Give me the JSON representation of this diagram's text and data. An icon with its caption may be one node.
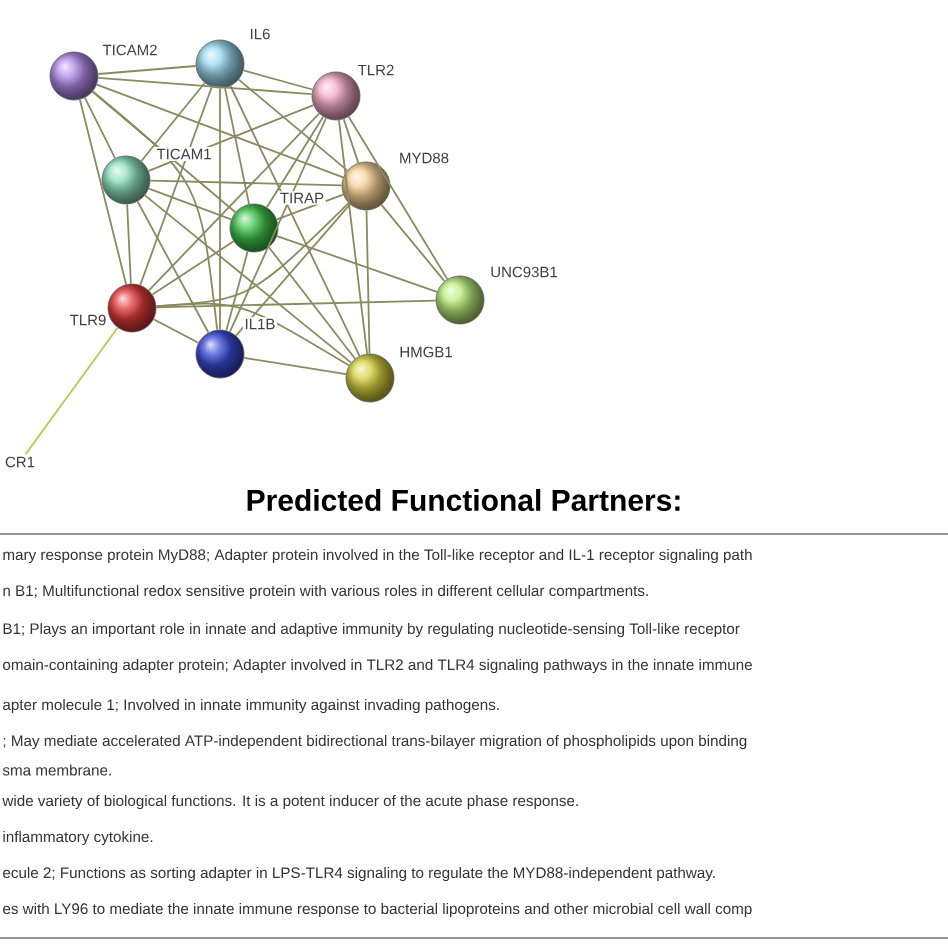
{
  "diagram": {
    "title": "Predicted Functional Partners:",
    "nodes": [
      {
        "text": [
          "TICAM2"
        ]
      },
      {
        "text": [
          "IL6"
        ]
      },
      {
        "text": [
          "TLR2"
        ]
      },
      {
        "text": [
          "TICAM1"
        ]
      },
      {
        "text": [
          "MYD88"
        ]
      },
      {
        "text": [
          "TIRAP"
        ]
      },
      {
        "text": [
          "UNC93B1"
        ]
      },
      {
        "text": [
          "TLR9"
        ]
      },
      {
        "text": [
          "IL1B"
        ]
      },
      {
        "text": [
          "HMGB1"
        ]
      },
      {
        "text": [
          "CR1"
        ]
      }
    ],
    "edges": [
      {
        "from": 0,
        "to": 1,
        "arrow": "none"
      },
      {
        "from": 0,
        "to": 2,
        "arrow": "none"
      },
      {
        "from": 0,
        "to": 3,
        "arrow": "none"
      },
      {
        "from": 0,
        "to": 4,
        "arrow": "none"
      },
      {
        "from": 0,
        "to": 5,
        "arrow": "none"
      },
      {
        "from": 0,
        "to": 7,
        "arrow": "none"
      },
      {
        "from": 0,
        "to": 8,
        "arrow": "none"
      },
      {
        "from": 1,
        "to": 2,
        "arrow": "none"
      },
      {
        "from": 1,
        "to": 3,
        "arrow": "none"
      },
      {
        "from": 1,
        "to": 4,
        "arrow": "none"
      },
      {
        "from": 1,
        "to": 5,
        "arrow": "none"
      },
      {
        "from": 1,
        "to": 7,
        "arrow": "none"
      },
      {
        "from": 1,
        "to": 8,
        "arrow": "none"
      },
      {
        "from": 1,
        "to": 9,
        "arrow": "none"
      },
      {
        "from": 2,
        "to": 3,
        "arrow": "none"
      },
      {
        "from": 2,
        "to": 4,
        "arrow": "none"
      },
      {
        "from": 2,
        "to": 5,
        "arrow": "none"
      },
      {
        "from": 2,
        "to": 6,
        "arrow": "none"
      },
      {
        "from": 2,
        "to": 7,
        "arrow": "none"
      },
      {
        "from": 2,
        "to": 8,
        "arrow": "none"
      },
      {
        "from": 2,
        "to": 9,
        "arrow": "none"
      },
      {
        "from": 3,
        "to": 4,
        "arrow": "none"
      },
      {
        "from": 3,
        "to": 5,
        "arrow": "none"
      },
      {
        "from": 3,
        "to": 7,
        "arrow": "none"
      },
      {
        "from": 3,
        "to": 8,
        "arrow": "none"
      },
      {
        "from": 3,
        "to": 9,
        "arrow": "none"
      },
      {
        "from": 4,
        "to": 5,
        "arrow": "none"
      },
      {
        "from": 4,
        "to": 6,
        "arrow": "none"
      },
      {
        "from": 4,
        "to": 7,
        "arrow": "none"
      },
      {
        "from": 4,
        "to": 8,
        "arrow": "none"
      },
      {
        "from": 4,
        "to": 9,
        "arrow": "none"
      },
      {
        "from": 5,
        "to": 6,
        "arrow": "none"
      },
      {
        "from": 5,
        "to": 7,
        "arrow": "none"
      },
      {
        "from": 5,
        "to": 8,
        "arrow": "none"
      },
      {
        "from": 5,
        "to": 9,
        "arrow": "none"
      },
      {
        "from": 7,
        "to": 6,
        "arrow": "none"
      },
      {
        "from": 7,
        "to": 8,
        "arrow": "none"
      },
      {
        "from": 7,
        "to": 9,
        "arrow": "none"
      },
      {
        "from": 7,
        "to": 10,
        "arrow": "none",
        "color": "#b8c84a"
      },
      {
        "from": 8,
        "to": 9,
        "arrow": "none"
      }
    ],
    "labels": [
      "mary response protein MyD88; Adapter protein involved in the Toll-like receptor and IL-1 receptor signaling path",
      "n B1; Multifunctional redox sensitive protein with various roles in different cellular compartments.",
      "B1; Plays an important role in innate and adaptive immunity by regulating nucleotide-sensing Toll-like receptor",
      "omain-containing adapter protein; Adapter involved in TLR2 and TLR4 signaling pathways in the innate immune",
      "apter molecule 1; Involved in innate immunity against invading pathogens.",
      "; May mediate accelerated ATP-independent bidirectional trans-bilayer migration of phospholipids upon binding",
      "sma membrane.",
      "wide variety of biological functions. It is a potent inducer of the acute phase response.",
      "inflammatory cytokine.",
      "ecule 2; Functions as sorting adapter in LPS-TLR4 signaling to regulate the MYD88-independent pathway.",
      "es with LY96 to mediate the innate immune response to bacterial lipoproteins and other microbial cell wall comp"
    ]
  }
}
